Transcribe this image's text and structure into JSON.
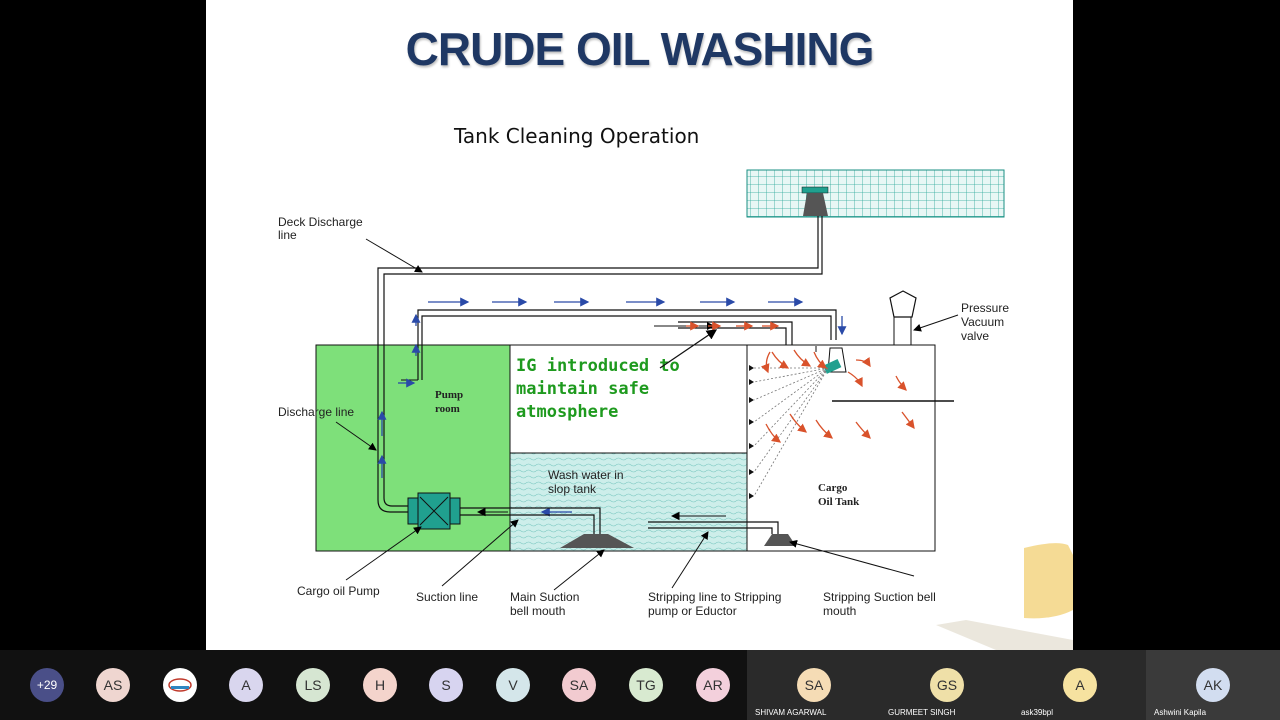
{
  "slide": {
    "title": "CRUDE OIL WASHING",
    "subtitle": "Tank Cleaning Operation",
    "ig_text": [
      "IG introduced to",
      "maintain safe",
      "atmosphere"
    ],
    "labels": {
      "deck_discharge_line": [
        "Deck Discharge",
        "line"
      ],
      "pressure_vacuum_valve": [
        "Pressure",
        "Vacuum",
        "valve"
      ],
      "pump_room": [
        "Pump",
        "room"
      ],
      "discharge_line": "Discharge line",
      "wash_water": [
        "Wash water in",
        "slop tank"
      ],
      "cargo_oil_tank": [
        "Cargo",
        "Oil Tank"
      ],
      "cargo_oil_pump": "Cargo oil Pump",
      "suction_line": "Suction line",
      "main_suction": [
        "Main Suction",
        "bell mouth"
      ],
      "stripping_line": [
        "Stripping line to Stripping",
        "pump or Eductor"
      ],
      "stripping_suction": [
        "Stripping Suction bell",
        "mouth"
      ]
    },
    "colors": {
      "title": "#1f3864",
      "pump_room": "#7ee07a",
      "slop_tank": "#c9ece9",
      "ig_text": "#1e9a1e",
      "arrow_blue": "#2a4aa8",
      "arrow_red": "#d9522b"
    }
  },
  "participants": {
    "overflow_count": "+29",
    "avatars": [
      {
        "initials": "AS",
        "color": "#efd6d0"
      },
      {
        "initials": "",
        "color": "#ffffff",
        "is_logo": true
      },
      {
        "initials": "A",
        "color": "#d9d6ee"
      },
      {
        "initials": "LS",
        "color": "#d6e6d2"
      },
      {
        "initials": "H",
        "color": "#f4d4cc"
      },
      {
        "initials": "S",
        "color": "#d7d4f0"
      },
      {
        "initials": "V",
        "color": "#d4e6ea"
      },
      {
        "initials": "SA",
        "color": "#f2cbd0"
      },
      {
        "initials": "TG",
        "color": "#d8ead0"
      },
      {
        "initials": "AR",
        "color": "#f3d0dc"
      }
    ],
    "tiles": [
      {
        "initials": "SA",
        "name": "SHIVAM AGARWAL",
        "color": "#f5dcb5"
      },
      {
        "initials": "GS",
        "name": "GURMEET SINGH",
        "color": "#efe0a8"
      },
      {
        "initials": "A",
        "name": "ask39bpl",
        "color": "#f6e2a0"
      },
      {
        "initials": "AK",
        "name": "Ashwini Kapila",
        "color": "#d2ddf0"
      }
    ]
  }
}
